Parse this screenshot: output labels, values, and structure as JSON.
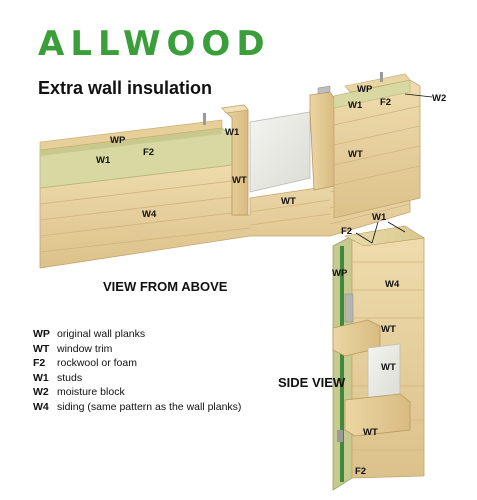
{
  "brand": "ALLWOOD",
  "subtitle": "Extra wall insulation",
  "views": {
    "above": "VIEW FROM ABOVE",
    "side": "SIDE VIEW"
  },
  "legend": [
    {
      "code": "WP",
      "desc": "original wall planks"
    },
    {
      "code": "WT",
      "desc": "window trim"
    },
    {
      "code": "F2",
      "desc": "rockwool or foam"
    },
    {
      "code": "W1",
      "desc": "studs"
    },
    {
      "code": "W2",
      "desc": "moisture block"
    },
    {
      "code": "W4",
      "desc": "siding (same pattern as the wall planks)"
    }
  ],
  "diagram_labels": {
    "top_wp": "WP",
    "top_w1_left": "W1",
    "top_f2_left": "F2",
    "top_w1_mid": "W1",
    "top_wt_mid": "WT",
    "top_w4": "W4",
    "top_wt_bottom": "WT",
    "top_wp_right": "WP",
    "top_w1_right": "W1",
    "top_f2_right": "F2",
    "top_w2": "W2",
    "top_wt_right": "WT",
    "side_f2_top": "F2",
    "side_w1_top": "W1",
    "side_wp": "WP",
    "side_w4": "W4",
    "side_wt_1": "WT",
    "side_wt_2": "WT",
    "side_wt_3": "WT",
    "side_f2_bottom": "F2"
  }
}
